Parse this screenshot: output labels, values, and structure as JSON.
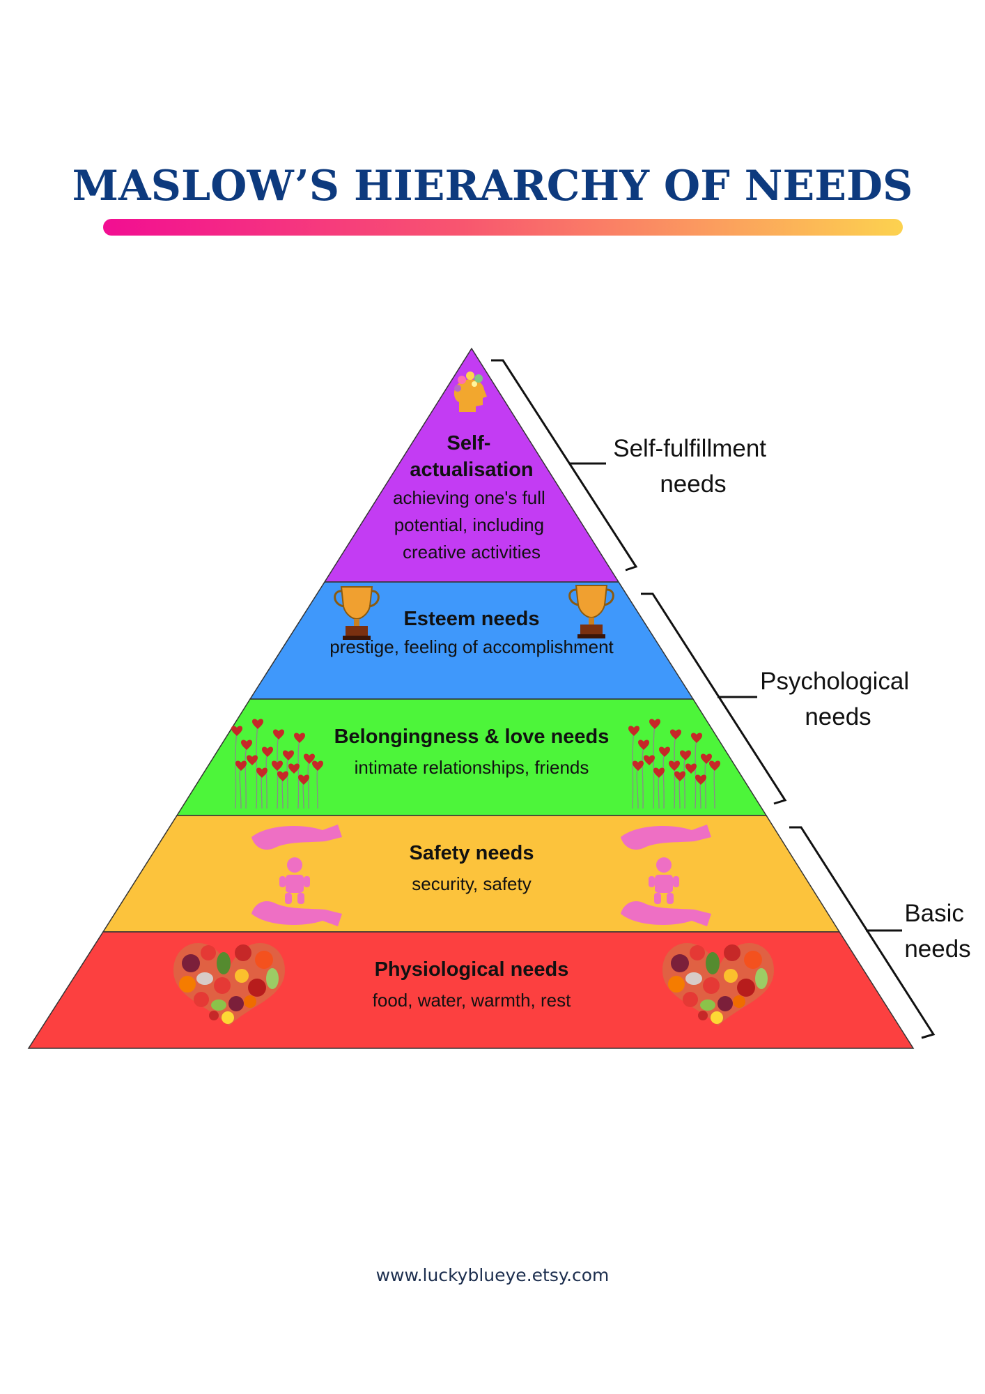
{
  "title": "MASLOW’S HIERARCHY OF NEEDS",
  "footer": "www.luckyblueye.etsy.com",
  "colors": {
    "title": "#0d3a7e",
    "self_actualisation": "#c33cf3",
    "esteem": "#3f98fb",
    "belonging": "#4df53a",
    "safety": "#fcc33c",
    "physiological": "#fc4040",
    "heart": "#c62828",
    "hand": "#ee6fc4"
  },
  "tiers": [
    {
      "id": "self-actualisation",
      "title_lines": [
        "Self-",
        "actualisation"
      ],
      "desc_lines": [
        "achieving one's full",
        "potential, including",
        "creative activities"
      ],
      "icon": "head-with-flowers-icon"
    },
    {
      "id": "esteem",
      "title_lines": [
        "Esteem needs"
      ],
      "desc_lines": [
        "prestige, feeling of accomplishment"
      ],
      "icon": "trophy-icon"
    },
    {
      "id": "belonging",
      "title_lines": [
        "Belongingness & love needs"
      ],
      "desc_lines": [
        "intimate relationships, friends"
      ],
      "icon": "heart-flowers-icon"
    },
    {
      "id": "safety",
      "title_lines": [
        "Safety needs"
      ],
      "desc_lines": [
        "security, safety"
      ],
      "icon": "hands-protecting-baby-icon"
    },
    {
      "id": "physiological",
      "title_lines": [
        "Physiological needs"
      ],
      "desc_lines": [
        "food, water, warmth, rest"
      ],
      "icon": "heart-of-food-icon"
    }
  ],
  "groups": [
    {
      "lines": [
        "Self-fulfillment",
        "needs"
      ]
    },
    {
      "lines": [
        "Psychological",
        "needs"
      ]
    },
    {
      "lines": [
        "Basic",
        "needs"
      ]
    }
  ]
}
